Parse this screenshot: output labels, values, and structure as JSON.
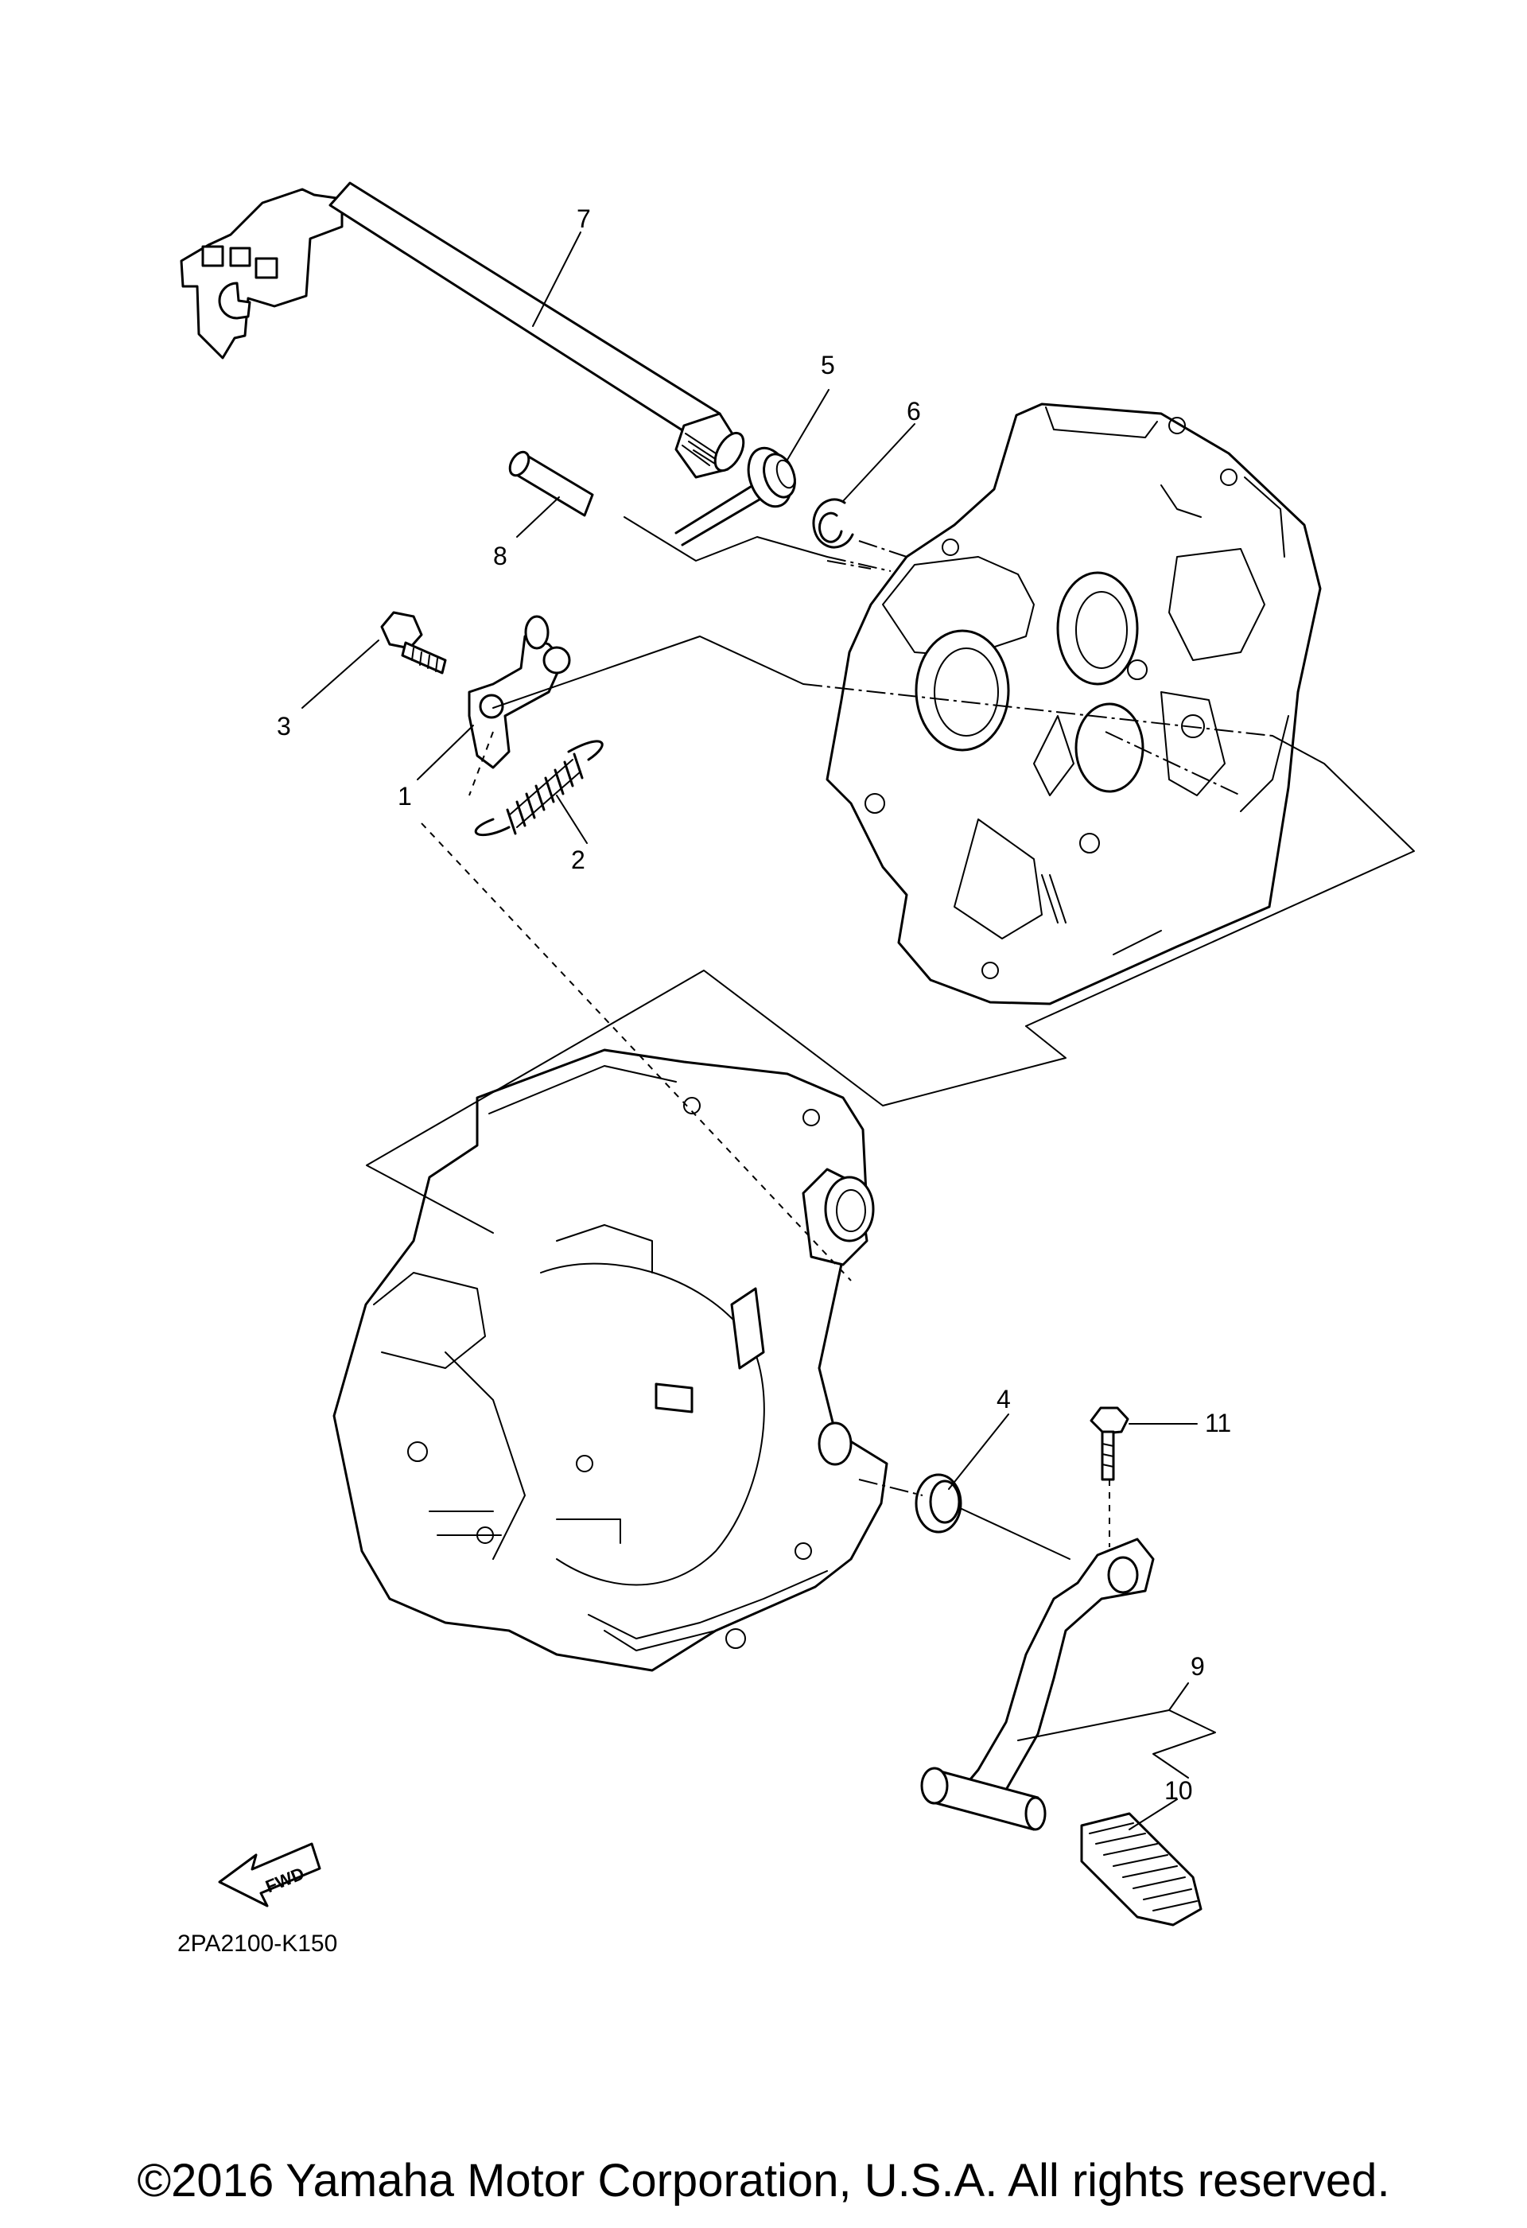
{
  "diagram_code": "2PA2100-K150",
  "copyright": "©2016 Yamaha Motor Corporation, U.S.A. All rights reserved.",
  "direction_marker": "FWD",
  "callouts": [
    {
      "id": "c1",
      "label": "1"
    },
    {
      "id": "c2",
      "label": "2"
    },
    {
      "id": "c3",
      "label": "3"
    },
    {
      "id": "c4",
      "label": "4"
    },
    {
      "id": "c5",
      "label": "5"
    },
    {
      "id": "c6",
      "label": "6"
    },
    {
      "id": "c7",
      "label": "7"
    },
    {
      "id": "c8",
      "label": "8"
    },
    {
      "id": "c9",
      "label": "9"
    },
    {
      "id": "c10",
      "label": "10"
    },
    {
      "id": "c11",
      "label": "11"
    }
  ]
}
